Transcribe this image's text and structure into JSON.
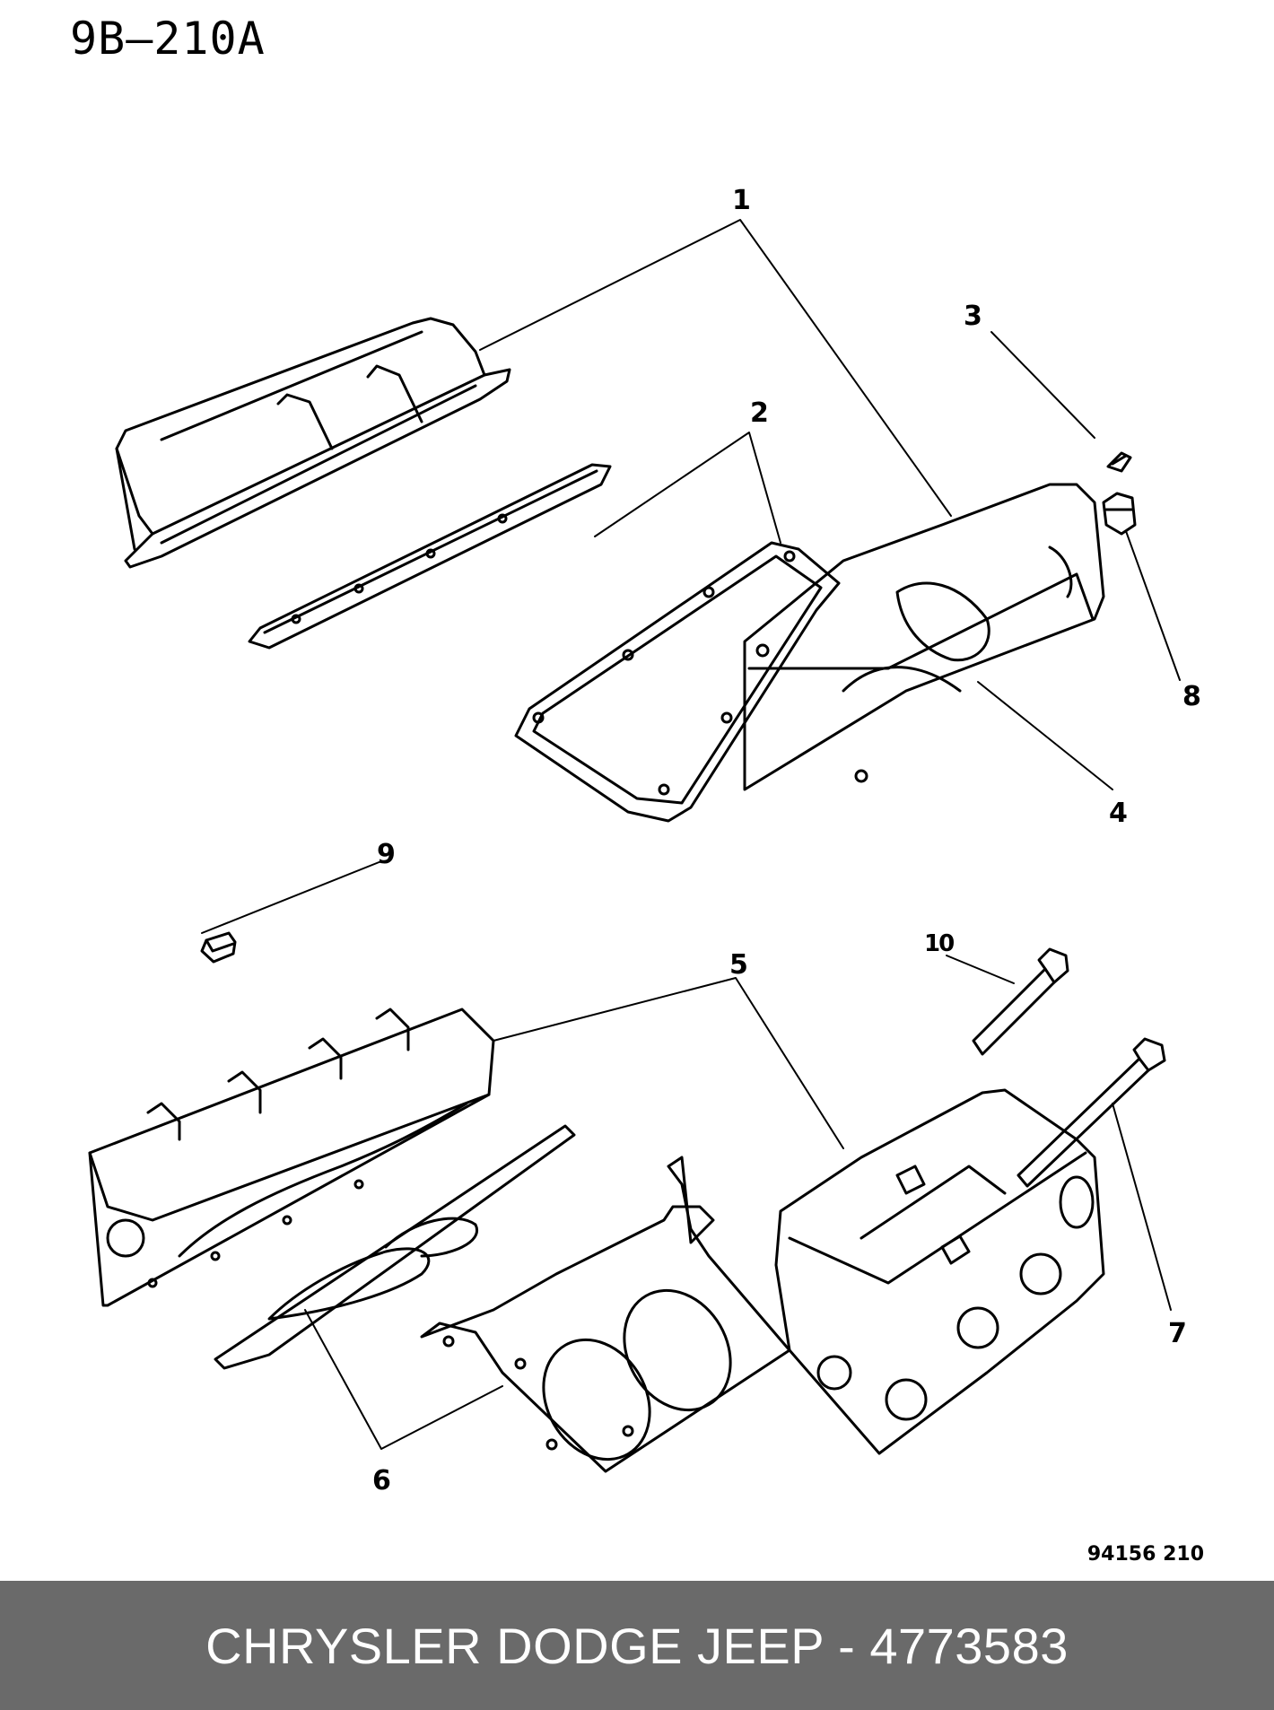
{
  "page_code": "9B—210A",
  "callouts": {
    "c1": "1",
    "c2": "2",
    "c3": "3",
    "c4": "4",
    "c5": "5",
    "c6": "6",
    "c7": "7",
    "c8": "8",
    "c9": "9",
    "c10": "10"
  },
  "reference_code": "94156  210",
  "banner": {
    "text": "CHRYSLER DODGE JEEP - 4773583",
    "background": "#6a6a6a",
    "text_color": "#ffffff"
  },
  "diagram_line_color": "#000000"
}
